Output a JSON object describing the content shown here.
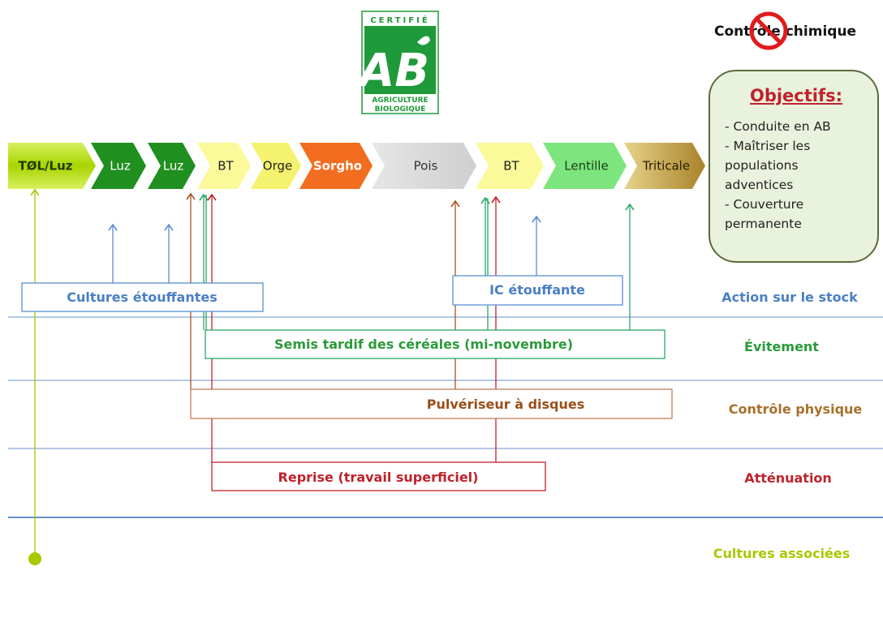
{
  "logo": {
    "top": "CERTIFIÉ",
    "mark": "AB",
    "line1": "AGRICULTURE",
    "line2": "BIOLOGIQUE"
  },
  "no_chem": {
    "label": "Contrôle chimique",
    "icon": "no-sign-icon"
  },
  "objectives": {
    "title": "Objectifs:",
    "items": [
      "- Conduite en AB",
      "- Maîtriser les populations adventices",
      "- Couverture permanente"
    ]
  },
  "rotation": [
    {
      "label": "TØL/Luz",
      "color": "#a8d400"
    },
    {
      "label": "Luz",
      "color": "#1f8f1f"
    },
    {
      "label": "Luz",
      "color": "#1f8f1f"
    },
    {
      "label": "BT",
      "color": "#fafa9a"
    },
    {
      "label": "Orge",
      "color": "#f5f270"
    },
    {
      "label": "Sorgho",
      "color": "#f26d1f"
    },
    {
      "label": "Pois",
      "color": "#dddddd"
    },
    {
      "label": "BT",
      "color": "#fafa9a"
    },
    {
      "label": "Lentille",
      "color": "#7de57d"
    },
    {
      "label": "Triticale",
      "color": "#c9a63a"
    }
  ],
  "boxes": {
    "cultures": "Cultures étouffantes",
    "ic": "IC étouffante",
    "semis": "Semis tardif des céréales (mi-novembre)",
    "pulv": "Pulvériseur à disques",
    "reprise": "Reprise (travail superficiel)"
  },
  "levers": {
    "stock": "Action sur le stock",
    "evitement": "Évitement",
    "physique": "Contrôle physique",
    "attenuation": "Atténuation",
    "associees": "Cultures associées"
  },
  "colors": {
    "blue": "#5b8fd0",
    "green": "#2aa86a",
    "brown": "#a8541f",
    "red": "#c0222b",
    "olive": "#a8c800",
    "line": "#6a8fc8"
  }
}
